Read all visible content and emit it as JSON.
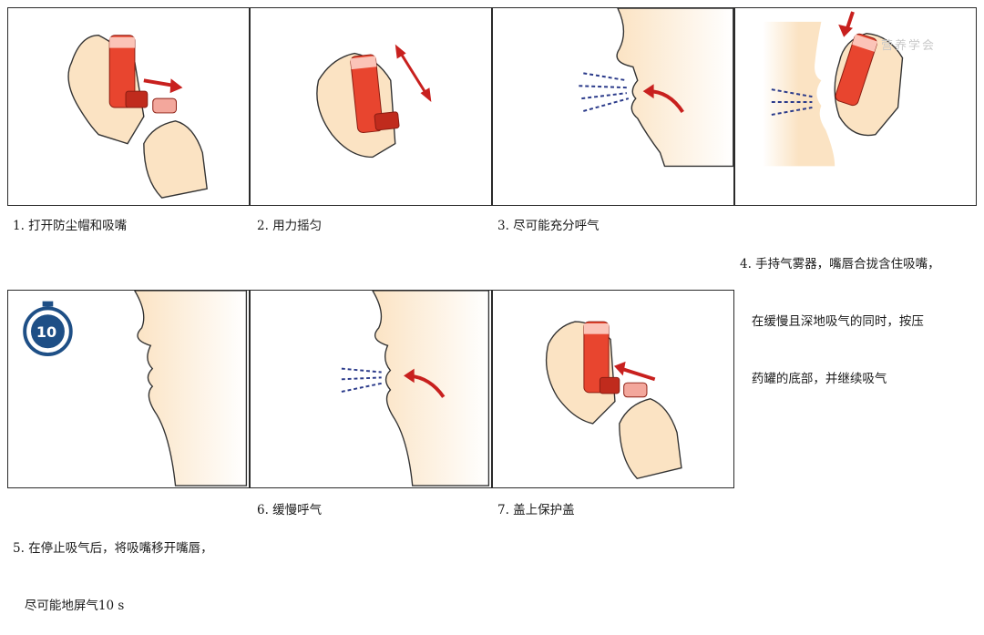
{
  "steps": [
    {
      "caption": "1. 打开防尘帽和吸嘴"
    },
    {
      "caption": "2. 用力摇匀"
    },
    {
      "caption": "3. 尽可能充分呼气"
    },
    {
      "caption_lines": [
        "4. 手持气雾器，嘴唇合拢含住吸嘴，",
        "   在缓慢且深地吸气的同时，按压",
        "   药罐的底部，并继续吸气"
      ]
    },
    {
      "caption_lines": [
        "5. 在停止吸气后，将吸嘴移开嘴唇，",
        "   尽可能地屏气10 s"
      ],
      "timer": "10"
    },
    {
      "caption": "6. 缓慢呼气"
    },
    {
      "caption": "7. 盖上保护盖"
    }
  ],
  "watermark": "营养学会",
  "colors": {
    "inhaler": "#e8452f",
    "inhaler_dark": "#c02b1d",
    "arrow": "#c8201e",
    "breath": "#2a3a8a",
    "skin": "#fbe3c3",
    "timer": "#1e4f86"
  }
}
